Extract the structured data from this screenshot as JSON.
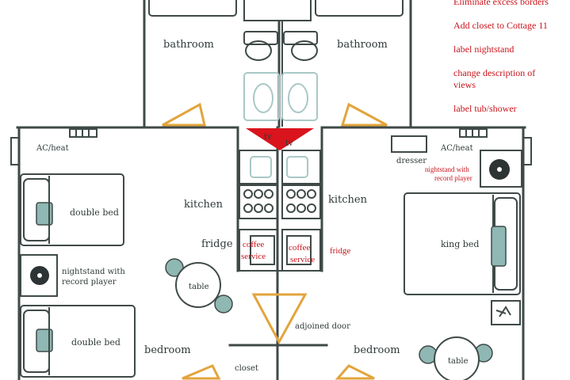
{
  "notes": [
    "Eliminate excess borders",
    "Add closet to Cottage 11",
    "label nightstand",
    "change description of",
    "views",
    "label tub/shower"
  ],
  "rooms": {
    "bathroom_left": "bathroom",
    "bathroom_right": "bathroom",
    "kitchen_left": "kitchen",
    "kitchen_right": "kitchen",
    "fridge_left": "fridge",
    "fridge_right": "fridge",
    "bedroom_left": "bedroom",
    "bedroom_right": "bedroom",
    "closet": "closet",
    "adjoined_door": "adjoined door"
  },
  "furniture": {
    "ac_left": "AC/heat",
    "ac_right": "AC/heat",
    "dresser": "dresser",
    "nightstand_right_line1": "nightstand with",
    "nightstand_right_line2": "record player",
    "nightstand_left_line1": "nightstand with",
    "nightstand_left_line2": "record player",
    "double_bed_top": "double bed",
    "double_bed_bottom": "double bed",
    "king_bed": "king bed",
    "table_left": "table",
    "table_right": "table",
    "tv_left": "tv",
    "tv_right": "tv",
    "coffee_left_line1": "coffee",
    "coffee_left_line2": "service",
    "coffee_right_line1": "coffee",
    "coffee_right_line2": "service"
  },
  "colors": {
    "annotation": "#c8141c",
    "door": "#e3a43c",
    "accent": "#8fb7b3",
    "wall": "#3f4a48"
  }
}
